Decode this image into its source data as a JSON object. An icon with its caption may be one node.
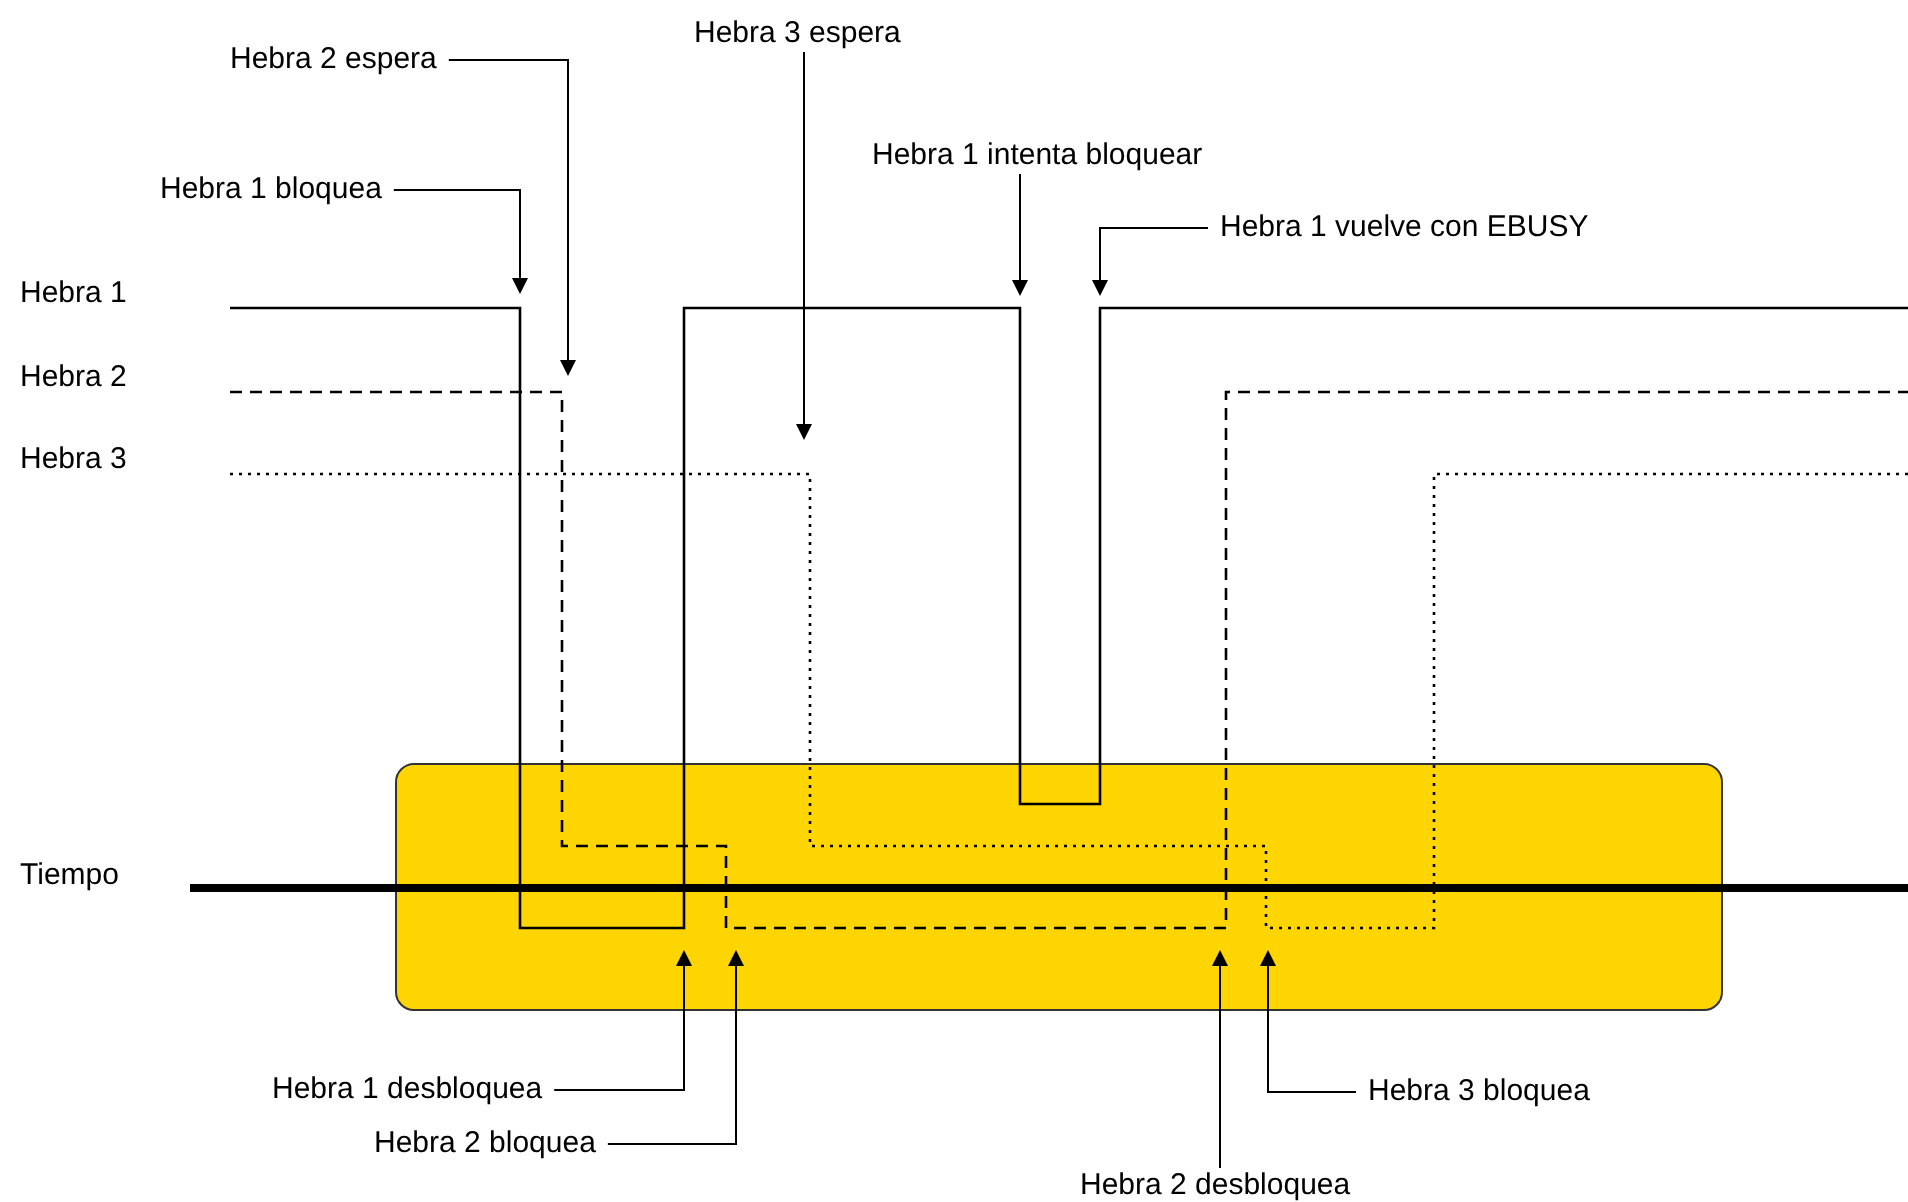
{
  "diagram": {
    "nodes": [
      {
        "text": [
          "Hebra 2 espera"
        ]
      },
      {
        "text": [
          "Hebra 3 espera"
        ]
      },
      {
        "text": [
          "Hebra 1 bloquea"
        ]
      },
      {
        "text": [
          "Hebra 1 intenta bloquear"
        ]
      },
      {
        "text": [
          "Hebra 1 vuelve con EBUSY"
        ]
      },
      {
        "text": [
          "Hebra 1 desbloquea"
        ]
      },
      {
        "text": [
          "Hebra 2 bloquea"
        ]
      },
      {
        "text": [
          "Hebra 3 bloquea"
        ]
      },
      {
        "text": [
          "Hebra 2 desbloquea"
        ]
      }
    ],
    "edges": [
      {
        "from": 0,
        "to": null,
        "arrow": "to"
      },
      {
        "from": 1,
        "to": null,
        "arrow": "to"
      },
      {
        "from": 2,
        "to": null,
        "arrow": "to"
      },
      {
        "from": 3,
        "to": null,
        "arrow": "to"
      },
      {
        "from": 4,
        "to": null,
        "arrow": "to"
      },
      {
        "from": 5,
        "to": null,
        "arrow": "to"
      },
      {
        "from": 6,
        "to": null,
        "arrow": "to"
      },
      {
        "from": 7,
        "to": null,
        "arrow": "to"
      },
      {
        "from": 8,
        "to": null,
        "arrow": "to"
      }
    ],
    "labels": [
      "Hebra 1",
      "Hebra 2",
      "Hebra 3",
      "Tiempo"
    ]
  }
}
